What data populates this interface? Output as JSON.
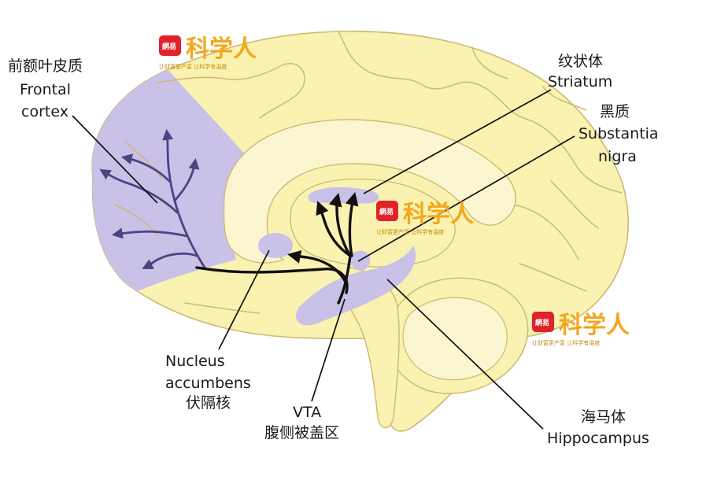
{
  "labels": {
    "frontal_cn": "前额叶皮质",
    "frontal_en1": "Frontal",
    "frontal_en2": "cortex",
    "striatum_cn": "纹状体",
    "striatum_en": "Striatum",
    "substantia_cn": "黑质",
    "substantia_en1": "Substantia",
    "substantia_en2": "nigra",
    "nucleus_en1": "Nucleus",
    "nucleus_en2": "accumbens",
    "nucleus_cn": "伏隔核",
    "vta_en": "VTA",
    "vta_cn": "腹侧被盖区",
    "hippo_cn": "海马体",
    "hippo_en": "Hippocampus"
  },
  "watermark": {
    "logo": "網易",
    "title": "科学人",
    "subtitle": "让财富更产富 让科学有温度"
  },
  "colors": {
    "brain": "#f9f2b0",
    "outline": "#cdb975",
    "region": "#c9c1e8",
    "pathway": "#111111",
    "frontal_pathway": "#4a4580",
    "watermark": "#f2a81d",
    "logo": "#e0232b"
  }
}
